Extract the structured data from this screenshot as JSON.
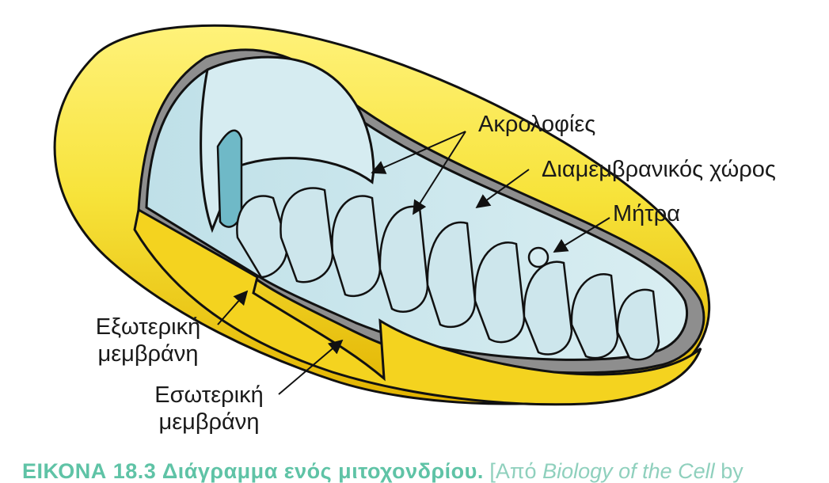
{
  "labels": {
    "cristae": "Ακρολοφίες",
    "intermembrane_space": "Διαμεμβρανικός χώρος",
    "matrix": "Μήτρα",
    "outer_membrane_line1": "Εξωτερική",
    "outer_membrane_line2": "μεμβράνη",
    "inner_membrane_line1": "Εσωτερική",
    "inner_membrane_line2": "μεμβράνη"
  },
  "caption": {
    "figure_label": "ΕΙΚΟΝΑ 18.3",
    "figure_title": "Διάγραμμα ενός μιτοχονδρίου.",
    "source_prefix": "[Από",
    "source_title": "Biology of the Cell",
    "source_by": "by"
  },
  "colors": {
    "outer_membrane": "#f7e33a",
    "outer_membrane_shadow": "#e0b400",
    "inner_membrane": "#cde6ec",
    "inner_membrane_dark": "#8cc6d2",
    "intermembrane_space": "#8e8e8e",
    "caption": "#5fc3a6",
    "outline": "#111111"
  }
}
